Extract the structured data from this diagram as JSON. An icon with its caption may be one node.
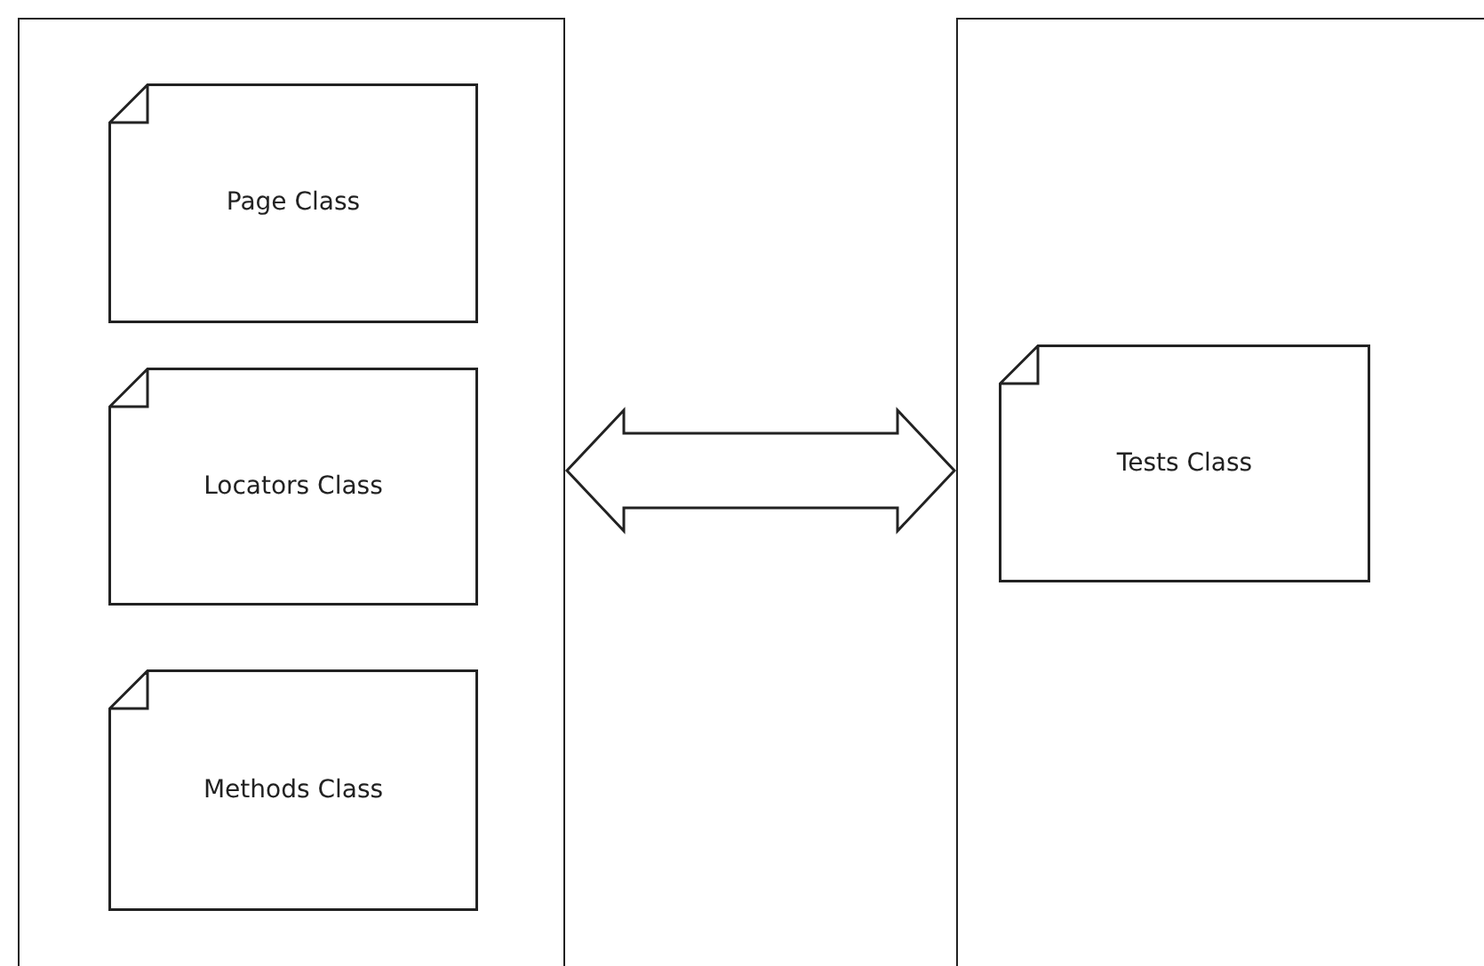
{
  "diagram": {
    "nodes": [
      {
        "text": [],
        "shape": "box"
      },
      {
        "text": [
          "Page Class"
        ],
        "in": 0
      },
      {
        "text": [
          "Locators Class"
        ],
        "in": 0
      },
      {
        "text": [
          "Methods Class"
        ],
        "in": 0
      },
      {
        "text": [],
        "shape": "box"
      },
      {
        "text": [
          "Tests Class"
        ],
        "in": 4
      }
    ],
    "edges": [
      {
        "from": 0,
        "to": 4,
        "arrow": "both",
        "style": "thick"
      }
    ]
  }
}
